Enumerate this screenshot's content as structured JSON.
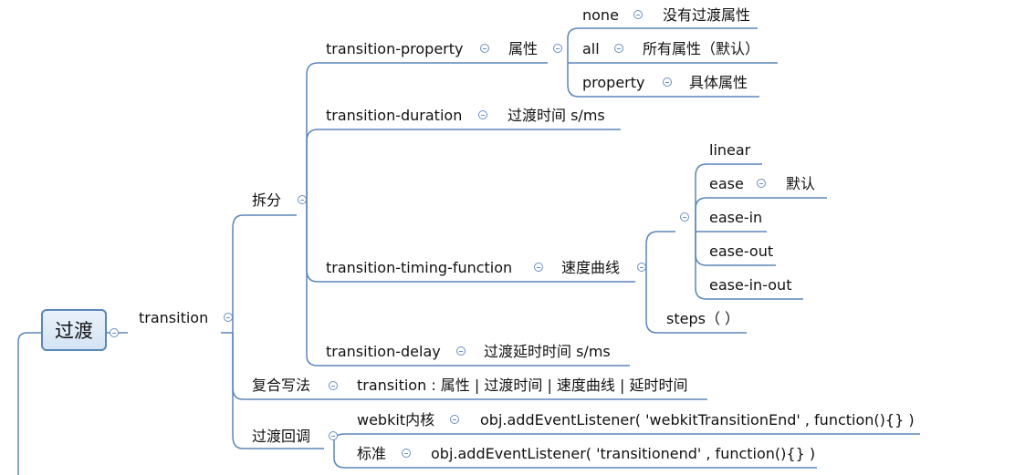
{
  "root": {
    "label": "过渡"
  },
  "nodes": {
    "transition": "transition",
    "split": "拆分",
    "tp": "transition-property",
    "attr": "属性",
    "none": "none",
    "none_desc": "没有过渡属性",
    "all": "all",
    "all_desc": "所有属性（默认）",
    "property": "property",
    "property_desc": "具体属性",
    "td": "transition-duration",
    "td_desc": "过渡时间 s/ms",
    "ttf": "transition-timing-function",
    "speed_curve": "速度曲线",
    "linear": "linear",
    "ease": "ease",
    "ease_desc": "默认",
    "ease_in": "ease-in",
    "ease_out": "ease-out",
    "ease_in_out": "ease-in-out",
    "steps": "steps（ ）",
    "tdelay": "transition-delay",
    "tdelay_desc": "过渡延时时间 s/ms",
    "shorthand": "复合写法",
    "shorthand_desc": "transition : 属性 | 过渡时间 | 速度曲线 | 延时时间",
    "callback": "过渡回调",
    "webkit": "webkit内核",
    "webkit_desc": "obj.addEventListener( 'webkitTransitionEnd' , function(){} )",
    "standard": "标准",
    "standard_desc": "obj.addEventListener( 'transitionend' , function(){} )"
  }
}
